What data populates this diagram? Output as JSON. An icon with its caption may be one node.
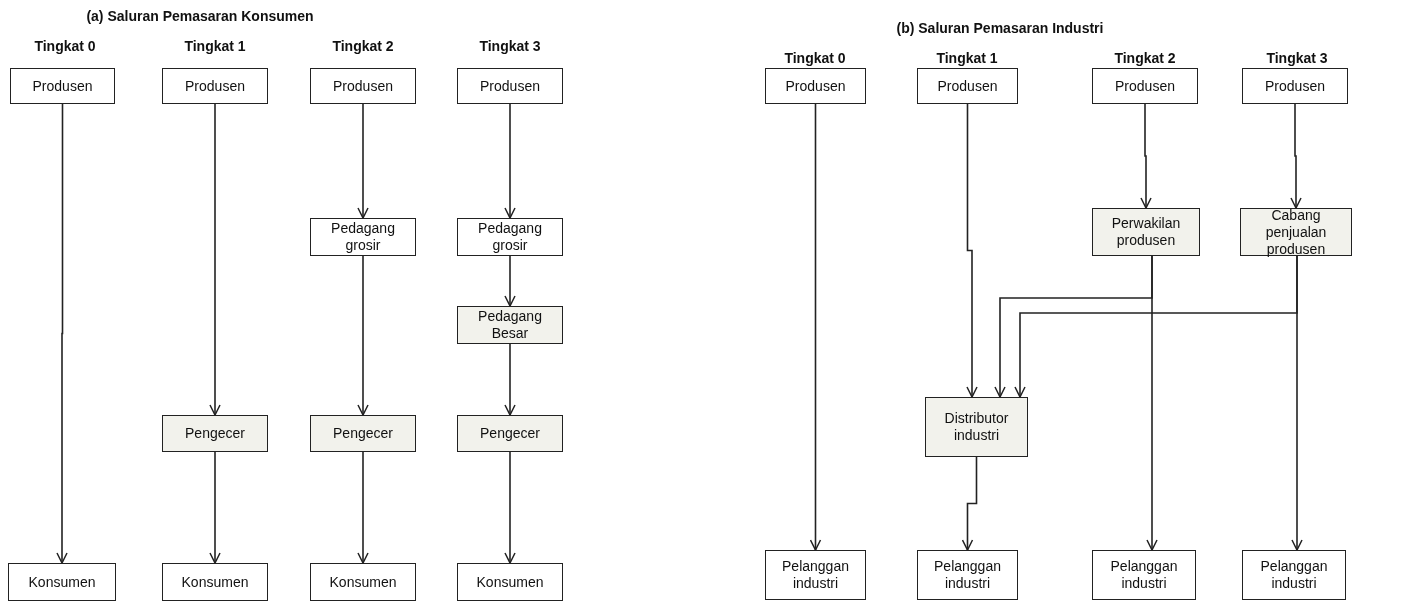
{
  "diagram": {
    "nodes": [
      {
        "text": [
          "Produsen"
        ]
      },
      {
        "text": [
          "Konsumen"
        ]
      },
      {
        "text": [
          "Produsen"
        ]
      },
      {
        "text": [
          "Pengecer"
        ]
      },
      {
        "text": [
          "Konsumen"
        ]
      },
      {
        "text": [
          "Produsen"
        ]
      },
      {
        "text": [
          "Pedagang grosir"
        ]
      },
      {
        "text": [
          "Pengecer"
        ]
      },
      {
        "text": [
          "Konsumen"
        ]
      },
      {
        "text": [
          "Produsen"
        ]
      },
      {
        "text": [
          "Pedagang grosir"
        ]
      },
      {
        "text": [
          "Pedagang Besar"
        ]
      },
      {
        "text": [
          "Pengecer"
        ]
      },
      {
        "text": [
          "Konsumen"
        ]
      },
      {
        "text": [
          "Produsen"
        ]
      },
      {
        "text": [
          "Pelanggan industri"
        ]
      },
      {
        "text": [
          "Produsen"
        ]
      },
      {
        "text": [
          "Distributor industri"
        ]
      },
      {
        "text": [
          "Pelanggan industri"
        ]
      },
      {
        "text": [
          "Produsen"
        ]
      },
      {
        "text": [
          "Perwakilan produsen"
        ]
      },
      {
        "text": [
          "Pelanggan industri"
        ]
      },
      {
        "text": [
          "Produsen"
        ]
      },
      {
        "text": [
          "Cabang penjualan produsen"
        ]
      },
      {
        "text": [
          "Pelanggan industri"
        ]
      }
    ],
    "edges": [
      {
        "from": 0,
        "to": 1,
        "arrow": "to"
      },
      {
        "from": 2,
        "to": 3,
        "arrow": "to"
      },
      {
        "from": 3,
        "to": 4,
        "arrow": "to"
      },
      {
        "from": 5,
        "to": 6,
        "arrow": "to"
      },
      {
        "from": 6,
        "to": 7,
        "arrow": "to"
      },
      {
        "from": 7,
        "to": 8,
        "arrow": "to"
      },
      {
        "from": 9,
        "to": 10,
        "arrow": "to"
      },
      {
        "from": 10,
        "to": 11,
        "arrow": "to"
      },
      {
        "from": 11,
        "to": 12,
        "arrow": "to"
      },
      {
        "from": 12,
        "to": 13,
        "arrow": "to"
      },
      {
        "from": 14,
        "to": 15,
        "arrow": "to"
      },
      {
        "from": 16,
        "to": 17,
        "arrow": "to"
      },
      {
        "from": 17,
        "to": 18,
        "arrow": "to"
      },
      {
        "from": 19,
        "to": 20,
        "arrow": "to"
      },
      {
        "from": 20,
        "to": 17,
        "arrow": "to"
      },
      {
        "from": 20,
        "to": 21,
        "arrow": "to"
      },
      {
        "from": 22,
        "to": 23,
        "arrow": "to"
      },
      {
        "from": 23,
        "to": 17,
        "arrow": "to"
      },
      {
        "from": 23,
        "to": 24,
        "arrow": "to"
      }
    ],
    "labels": [
      "(a) Saluran Pemasaran Konsumen",
      "Tingkat 0",
      "Tingkat 1",
      "Tingkat 2",
      "Tingkat 3",
      "(b) Saluran Pemasaran Industri",
      "Tingkat 0",
      "Tingkat 1",
      "Tingkat 2",
      "Tingkat 3"
    ]
  }
}
